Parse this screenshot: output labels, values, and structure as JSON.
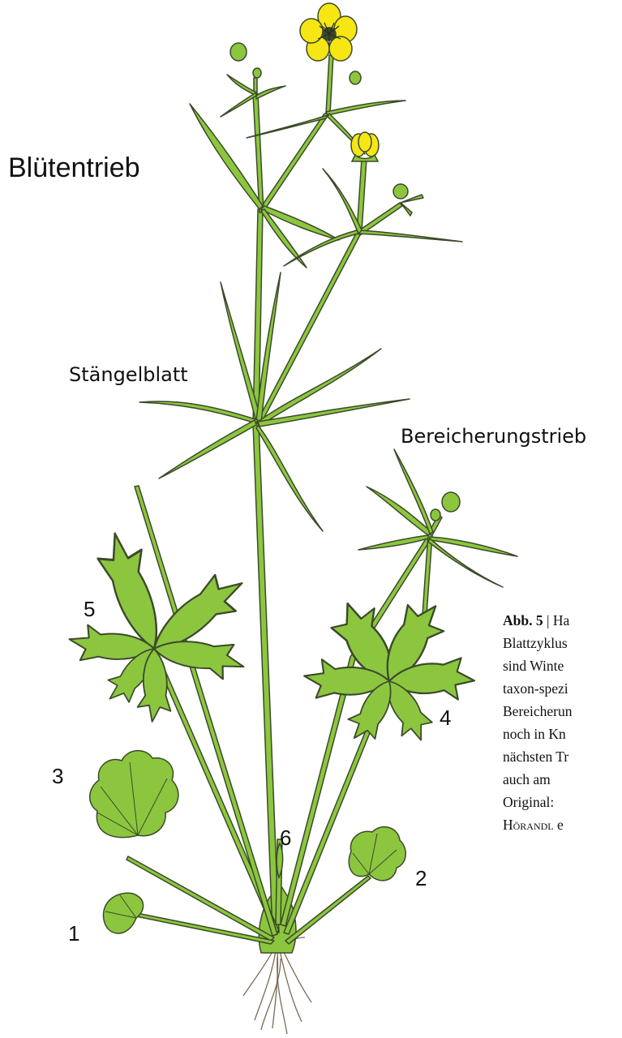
{
  "labels": {
    "title": "Blütentrieb",
    "stem_leaf": "Stängelblatt",
    "enrichment_shoot": "Bereicherungstrieb",
    "n1": "1",
    "n2": "2",
    "n3": "3",
    "n4": "4",
    "n5": "5",
    "n6": "6"
  },
  "caption": {
    "fig": "Abb. 5",
    "sep": " | Ha",
    "lines": [
      "Blattzyklus",
      "sind   Winte",
      "taxon-spezi",
      "Bereicherun",
      "noch in Kn",
      "nächsten Tr",
      "auch   am",
      "Original:"
    ],
    "author": "Hörandl",
    "author_suffix": " e"
  },
  "colors": {
    "leaf": "#8cc63f",
    "outline": "#3b4a2a",
    "petal": "#f5e614",
    "root": "#7a6a55"
  }
}
